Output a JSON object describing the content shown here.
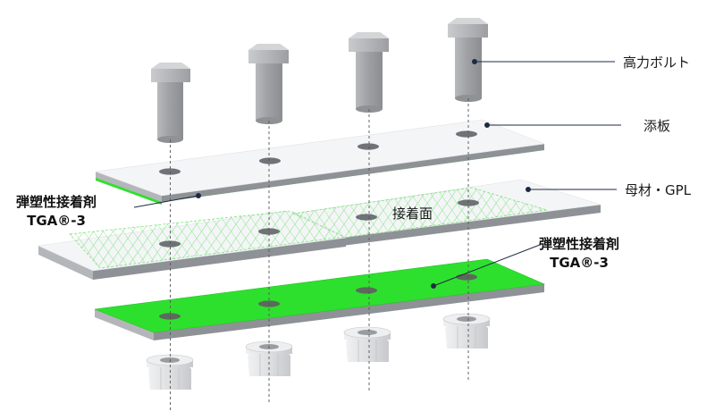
{
  "labels": {
    "bolt": "高力ボルト",
    "splice_plate": "添板",
    "base_material": "母材・GPL",
    "bond_surface": "接着面",
    "adhesive_left": {
      "line1": "弾塑性接着剤",
      "line2": "TGA®-3"
    },
    "adhesive_right": {
      "line1": "弾塑性接着剤",
      "line2": "TGA®-3"
    }
  },
  "colors": {
    "adhesive_green": "#2ee02e",
    "hatch_green": "#7be37b",
    "plate_white": "#f4f5f7",
    "plate_edge_gray": "#8e9196",
    "bolt_gray": "#a9abaf",
    "nut_white": "#e8e9eb",
    "leader_line": "#1f2a44"
  }
}
